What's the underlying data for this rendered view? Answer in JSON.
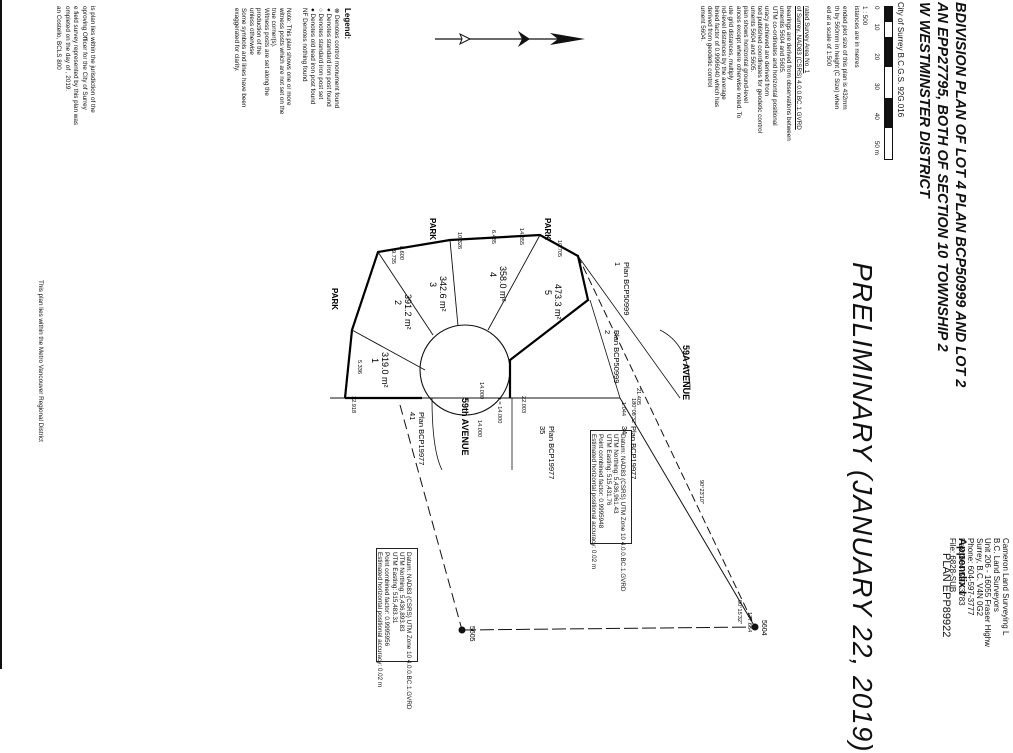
{
  "title_block": {
    "line1": "BDIVISION PLAN OF LOT 4 PLAN BCP50999 AND LOT 2",
    "line2": "AN EPP27795, BOTH OF SECTION 10 TOWNSHIP 2",
    "line3": "W WESTMINSTER DISTRICT",
    "line4": "City of Surrey  B.C.G.S. 92G.016"
  },
  "scale": {
    "ratio": "1 : 500",
    "ticks": [
      "0",
      "10",
      "20",
      "30",
      "40",
      "50 m"
    ],
    "units_note": "istances are in metres",
    "size_note": [
      "ended plot size of this plan is 432mm",
      "th by 560mm in height (C Size) when",
      "ed at a scale of 1:500"
    ]
  },
  "integrated_survey": {
    "heading": "rated Survey Area No. 1",
    "datum": "of Surrey, NAD83 (CSRS) 4.0.0.BC.1.GVRD",
    "notes": [
      "bearings are derived from observations between",
      "umentis 5604 and 5605.",
      "UTM co-ordinates and horizontal positional",
      "uracy achieved are derived from",
      "ted published coordinates for geodetic control",
      "uments 5604 and 5605.",
      "plan shows horizontal ground-level",
      "ances except where otherwise noted. To",
      "ute grid distances, multiply",
      "nd-level distances by the average",
      "bined factor of 0.9996040 which has",
      "derived from geodetic control",
      "ument 5604."
    ]
  },
  "legend": {
    "title": "Legend:",
    "items": [
      "⊗ Denotes control monument found",
      "● Denotes standard iron post found",
      "○ Denotes standard iron post set",
      "● Denotes old lead iron post found",
      "NF Denotes nothing found"
    ],
    "note": [
      "Note: This plan shows one or more",
      "witness posts which are not set on the",
      "true corner(s).",
      "Witness posts are set along the",
      "production of the",
      "unless otherwise",
      "Some symbols and lines have been",
      "exaggerated for clarity."
    ]
  },
  "certification": [
    "is plan lies within the jurisdiction of the",
    "oproving Officer for the City of Surrey",
    "e field survey represented by this plan was",
    "ompleted on the       day of    , 2019.",
    "an Costello, BCLS 800"
  ],
  "regional_note": "This plan lies within the Metro Vancouver Regional District",
  "preliminary": "PRELIMINARY (JANUARY 22, 2019)",
  "appendix": {
    "title": "Appendix I",
    "plan": "PLAN EPP89922"
  },
  "surveyor": [
    "Cameron Land Surveying L",
    "B.C. Land Surveyors",
    "Unit 206 - 16055 Fraser Highw",
    "Surrey, B.C.  V4N 0G2",
    "Phone: 604-597-3777",
    "Fax:   604-597-3783",
    "File: 6828-SUB"
  ],
  "control_box_1": [
    "Datum: NAD83 (CSRS) UTM Zone 10 4.0.0.BC.1.GVRD",
    "UTM Northing: 5,436,961.43",
    "UTM Easting: 515,431.76",
    "Point combined factor: 0.9995948",
    "Estimated horizontal positional accuracy: 0.02 m"
  ],
  "control_box_2": [
    "Datum: NAD83 (CSRS) UTM Zone 10 4.0.0.BC.1.GVRD",
    "UTM Northing: 5,436,893.83",
    "UTM Easting: 515,483.31",
    "Point combined factor: 0.9995956",
    "Estimated horizontal positional accuracy: 0.02 m"
  ],
  "streets": {
    "avenue_59a": "59A AVENUE",
    "avenue_59": "59th AVENUE",
    "park": "PARK"
  },
  "lots": {
    "lot1": {
      "num": "1",
      "area": "319.0 m²"
    },
    "lot2": {
      "num": "2",
      "area": "391.2 m²"
    },
    "lot3": {
      "num": "3",
      "area": "342.6 m²"
    },
    "lot4": {
      "num": "4",
      "area": "358.0 m²"
    },
    "lot5": {
      "num": "5",
      "area": "473.3 m²"
    }
  },
  "adjacent": {
    "plan1": "1\nPlan BCP50999",
    "plan2": "2\nPlan BCP50999",
    "plan34": "34\nPlan BCP19977",
    "plan35": "35\nPlan BCP19977",
    "plan41": "41\nPlan BCP19977"
  },
  "monuments": {
    "m5604": "5604",
    "m5605": "5605"
  },
  "dims": {
    "d1": "21.405",
    "d2": "180°08'32\"",
    "d3": "1.044",
    "d4": "22.003",
    "d5": "12.918",
    "d6": "r = 14.000",
    "d7": "10.705",
    "d8": "14.855",
    "d9": "6.485",
    "d10": "10.326",
    "d11": "8.600",
    "d12": "9.735",
    "d13": "14.000",
    "d14": "5.336",
    "d15": "90°15'32\"",
    "d16": "177.664",
    "d17": "90°23'10\"",
    "d18": "14.000"
  }
}
